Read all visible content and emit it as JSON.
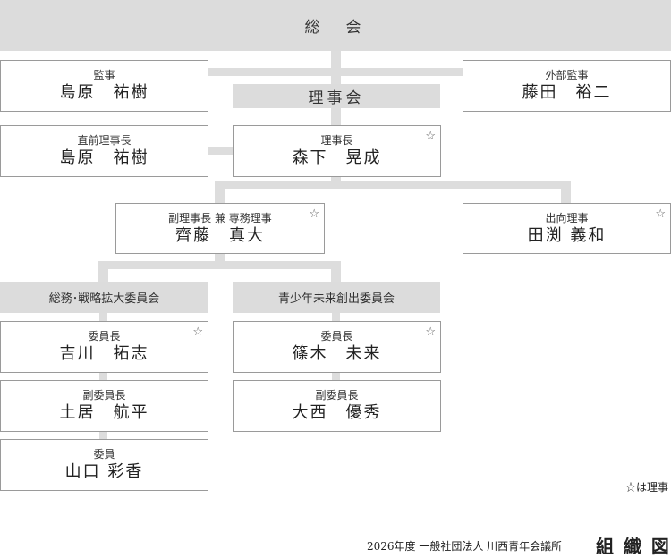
{
  "general_assembly": "総　会",
  "board_header": "理事会",
  "auditor": {
    "role": "監事",
    "name": "島原　祐樹"
  },
  "external_auditor": {
    "role": "外部監事",
    "name": "藤田　裕二"
  },
  "past_president": {
    "role": "直前理事長",
    "name": "島原　祐樹"
  },
  "president": {
    "role": "理事長",
    "name": "森下　晃成",
    "star": "☆"
  },
  "vice_president": {
    "role": "副理事長 兼 専務理事",
    "name": "齊藤　真大",
    "star": "☆"
  },
  "seconded_director": {
    "role": "出向理事",
    "name": "田渕 義和",
    "star": "☆"
  },
  "committee_a": {
    "title": "総務･戦略拡大委員会",
    "chair": {
      "role": "委員長",
      "name": "吉川　拓志",
      "star": "☆"
    },
    "vice_chair": {
      "role": "副委員長",
      "name": "土居　航平"
    },
    "member": {
      "role": "委員",
      "name": "山口 彩香"
    }
  },
  "committee_b": {
    "title": "青少年未来創出委員会",
    "chair": {
      "role": "委員長",
      "name": "篠木　未来",
      "star": "☆"
    },
    "vice_chair": {
      "role": "副委員長",
      "name": "大西　優秀"
    }
  },
  "legend": "☆は理事",
  "footer": {
    "org": "2026年度 一般社団法人 川西青年会議所",
    "title": "組 織 図"
  }
}
